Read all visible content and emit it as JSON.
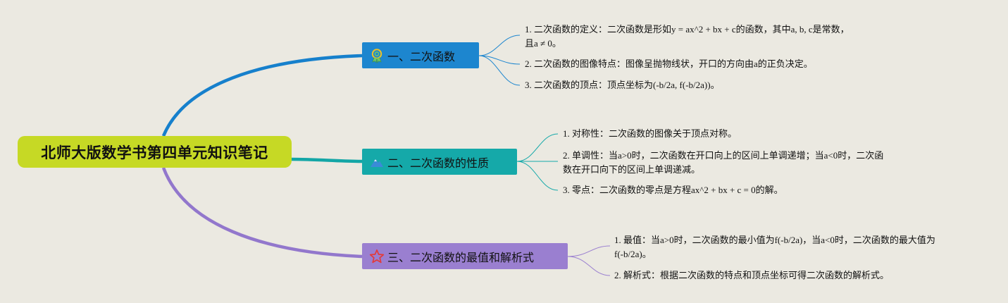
{
  "root": {
    "title": "北师大版数学书第四单元知识笔记"
  },
  "branches": [
    {
      "title": "一、二次函数",
      "icon": "award-medal-icon",
      "color": "#1d86cf",
      "items": [
        "1. 二次函数的定义：二次函数是形如y = ax^2 + bx + c的函数，其中a, b, c是常数，\n且a ≠ 0。",
        "2. 二次函数的图像特点：图像呈抛物线状，开口的方向由a的正负决定。",
        "3. 二次函数的顶点：顶点坐标为(-b/2a, f(-b/2a))。"
      ]
    },
    {
      "title": "二、二次函数的性质",
      "icon": "mountain-icon",
      "color": "#15a9a9",
      "items": [
        "1. 对称性：二次函数的图像关于顶点对称。",
        "2. 单调性：当a>0时，二次函数在开口向上的区间上单调递增；当a<0时，二次函\n数在开口向下的区间上单调递减。",
        "3. 零点：二次函数的零点是方程ax^2 + bx + c = 0的解。"
      ]
    },
    {
      "title": "三、二次函数的最值和解析式",
      "icon": "star-icon",
      "color": "#9a7fd0",
      "items": [
        "1. 最值：当a>0时，二次函数的最小值为f(-b/2a)，当a<0时，二次函数的最大值为\nf(-b/2a)。",
        "2. 解析式：根据二次函数的特点和顶点坐标可得二次函数的解析式。"
      ]
    }
  ]
}
